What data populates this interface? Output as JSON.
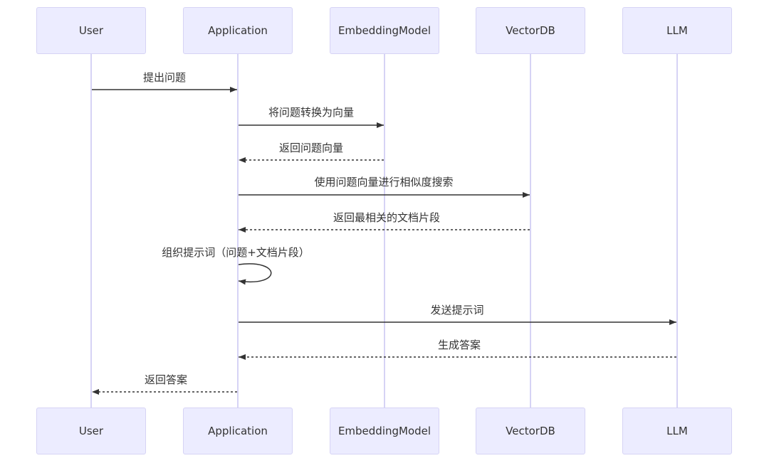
{
  "participants": [
    {
      "id": "user",
      "label": "User"
    },
    {
      "id": "app",
      "label": "Application"
    },
    {
      "id": "emb",
      "label": "EmbeddingModel"
    },
    {
      "id": "vdb",
      "label": "VectorDB"
    },
    {
      "id": "llm",
      "label": "LLM"
    }
  ],
  "messages": [
    {
      "from": "user",
      "to": "app",
      "text": "提出问题",
      "style": "solid"
    },
    {
      "from": "app",
      "to": "emb",
      "text": "将问题转换为向量",
      "style": "solid"
    },
    {
      "from": "emb",
      "to": "app",
      "text": "返回问题向量",
      "style": "dashed"
    },
    {
      "from": "app",
      "to": "vdb",
      "text": "使用问题向量进行相似度搜索",
      "style": "solid"
    },
    {
      "from": "vdb",
      "to": "app",
      "text": "返回最相关的文档片段",
      "style": "dashed"
    },
    {
      "from": "app",
      "to": "app",
      "text": "组织提示词（问题+文档片段）",
      "style": "solid",
      "self": true
    },
    {
      "from": "app",
      "to": "llm",
      "text": "发送提示词",
      "style": "solid"
    },
    {
      "from": "llm",
      "to": "app",
      "text": "生成答案",
      "style": "dashed"
    },
    {
      "from": "app",
      "to": "user",
      "text": "返回答案",
      "style": "dashed"
    }
  ],
  "colors": {
    "actor_fill": "#ececff",
    "actor_border": "#d6d3f5",
    "lifeline": "#d6d3f5",
    "arrow": "#333333",
    "text": "#333333"
  }
}
